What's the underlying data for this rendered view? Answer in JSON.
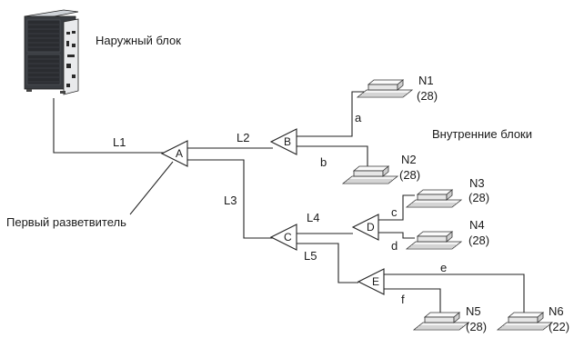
{
  "outdoor_unit_label": "Наружный блок",
  "indoor_units_label": "Внутренние блоки",
  "first_branch_label": "Первый разветвитель",
  "pipes": {
    "l1": "L1",
    "l2": "L2",
    "l3": "L3",
    "l4": "L4",
    "l5": "L5",
    "a": "a",
    "b": "b",
    "c": "c",
    "d": "d",
    "e": "e",
    "f": "f"
  },
  "branches": {
    "A": "A",
    "B": "B",
    "C": "C",
    "D": "D",
    "E": "E"
  },
  "indoor_units": [
    {
      "id": "N1",
      "capacity": "(28)"
    },
    {
      "id": "N2",
      "capacity": "(28)"
    },
    {
      "id": "N3",
      "capacity": "(28)"
    },
    {
      "id": "N4",
      "capacity": "(28)"
    },
    {
      "id": "N5",
      "capacity": "(28)"
    },
    {
      "id": "N6",
      "capacity": "(22)"
    }
  ]
}
